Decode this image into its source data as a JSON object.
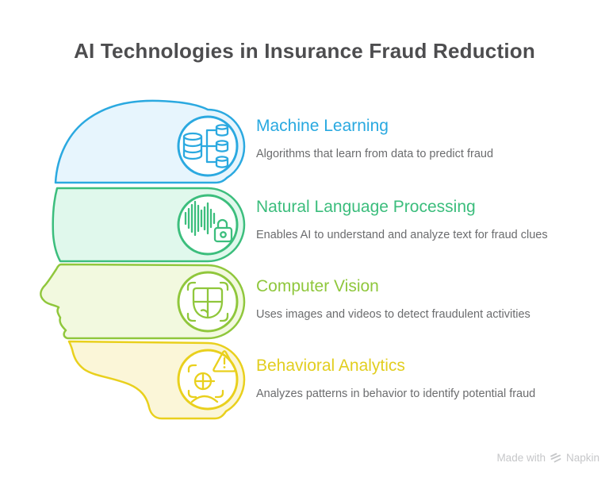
{
  "title": "AI Technologies in Insurance Fraud Reduction",
  "sections": [
    {
      "title": "Machine Learning",
      "description": "Algorithms that learn from data to predict fraud",
      "color": "#29A9E0",
      "fill": "#E7F5FD",
      "icon": "database-network-icon"
    },
    {
      "title": "Natural Language Processing",
      "description": "Enables AI to understand and analyze text for fraud clues",
      "color": "#3BBD7C",
      "fill": "#E0F8EC",
      "icon": "waveform-lock-icon"
    },
    {
      "title": "Computer Vision",
      "description": "Uses images and videos to detect fraudulent activities",
      "color": "#8FC73C",
      "fill": "#F2F9DF",
      "icon": "face-scan-icon"
    },
    {
      "title": "Behavioral Analytics",
      "description": "Analyzes patterns in behavior to identify potential fraud",
      "color": "#E2CE20",
      "fill": "#FBF6D8",
      "icon": "behavior-alert-icon"
    }
  ],
  "watermark": {
    "prefix": "Made with",
    "brand": "Napkin"
  }
}
